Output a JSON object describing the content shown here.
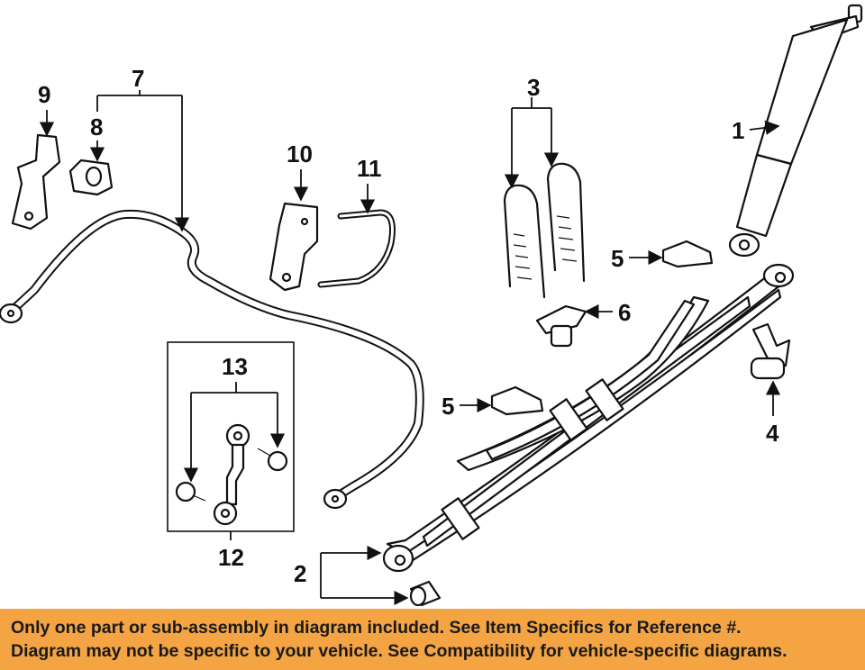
{
  "callouts": {
    "c1": "1",
    "c2": "2",
    "c3": "3",
    "c4": "4",
    "c5a": "5",
    "c5b": "5",
    "c6": "6",
    "c7": "7",
    "c8": "8",
    "c9": "9",
    "c10": "10",
    "c11": "11",
    "c12": "12",
    "c13": "13"
  },
  "colors": {
    "banner": "#f4a442",
    "ink": "#111111"
  },
  "banner": {
    "line1": "Only one part or sub-assembly in diagram included. See Item Specifics for Reference #.",
    "line2": "Diagram may not be specific to your vehicle. See Compatibility for vehicle-specific diagrams."
  }
}
